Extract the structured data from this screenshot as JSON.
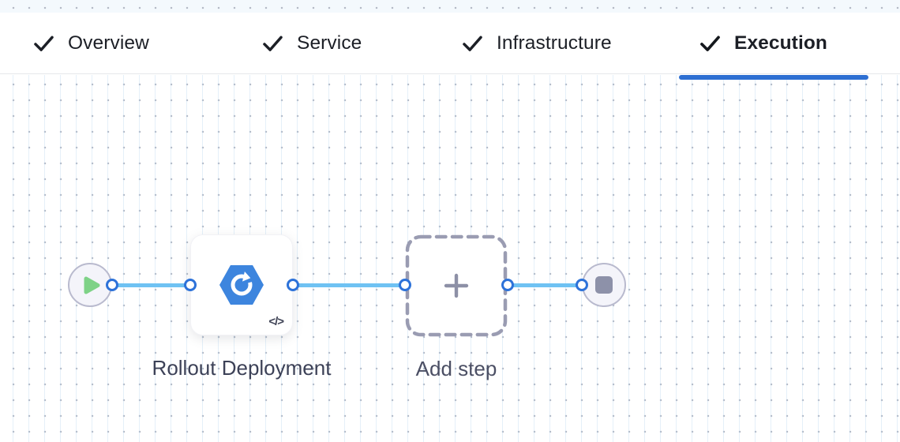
{
  "header": {
    "tabs": [
      {
        "label": "Overview",
        "completed": true,
        "active": false
      },
      {
        "label": "Service",
        "completed": true,
        "active": false
      },
      {
        "label": "Infrastructure",
        "completed": true,
        "active": false
      },
      {
        "label": "Execution",
        "completed": true,
        "active": true
      }
    ],
    "active_tab": "Execution"
  },
  "canvas": {
    "start_node": {
      "icon": "play-icon"
    },
    "step_node": {
      "label": "Rollout Deployment",
      "icon": "rollout-deployment-hexagon-icon",
      "code_badge": "</>"
    },
    "add_step_node": {
      "label": "Add step",
      "icon": "plus-icon"
    },
    "end_node": {
      "icon": "stop-icon"
    }
  },
  "icons": {
    "tab_check": "check-icon",
    "start": "play-icon",
    "step": "rollout-deployment-hexagon-icon",
    "add": "plus-icon",
    "end": "stop-icon",
    "code": "code-icon"
  },
  "colors": {
    "active_tab_underline": "#2e6fd2",
    "tab_text": "#1c1f26",
    "connector_line": "#6fc2f3",
    "port_ring": "#2d72d9",
    "step_icon_blue": "#3d85de",
    "play_green": "#7ed287",
    "stop_gray": "#8d91a9",
    "node_fill": "#f4f4fa",
    "node_border": "#b9bace",
    "dashed_border": "#9a9cb2",
    "plus_gray": "#8d90a6",
    "step_label_text": "#3c4157",
    "add_label_text": "#4b4f64",
    "grid_dot": "#b4b9c5",
    "grid_line": "#d7e7f6",
    "top_strip_bg": "#f4f9fd"
  }
}
